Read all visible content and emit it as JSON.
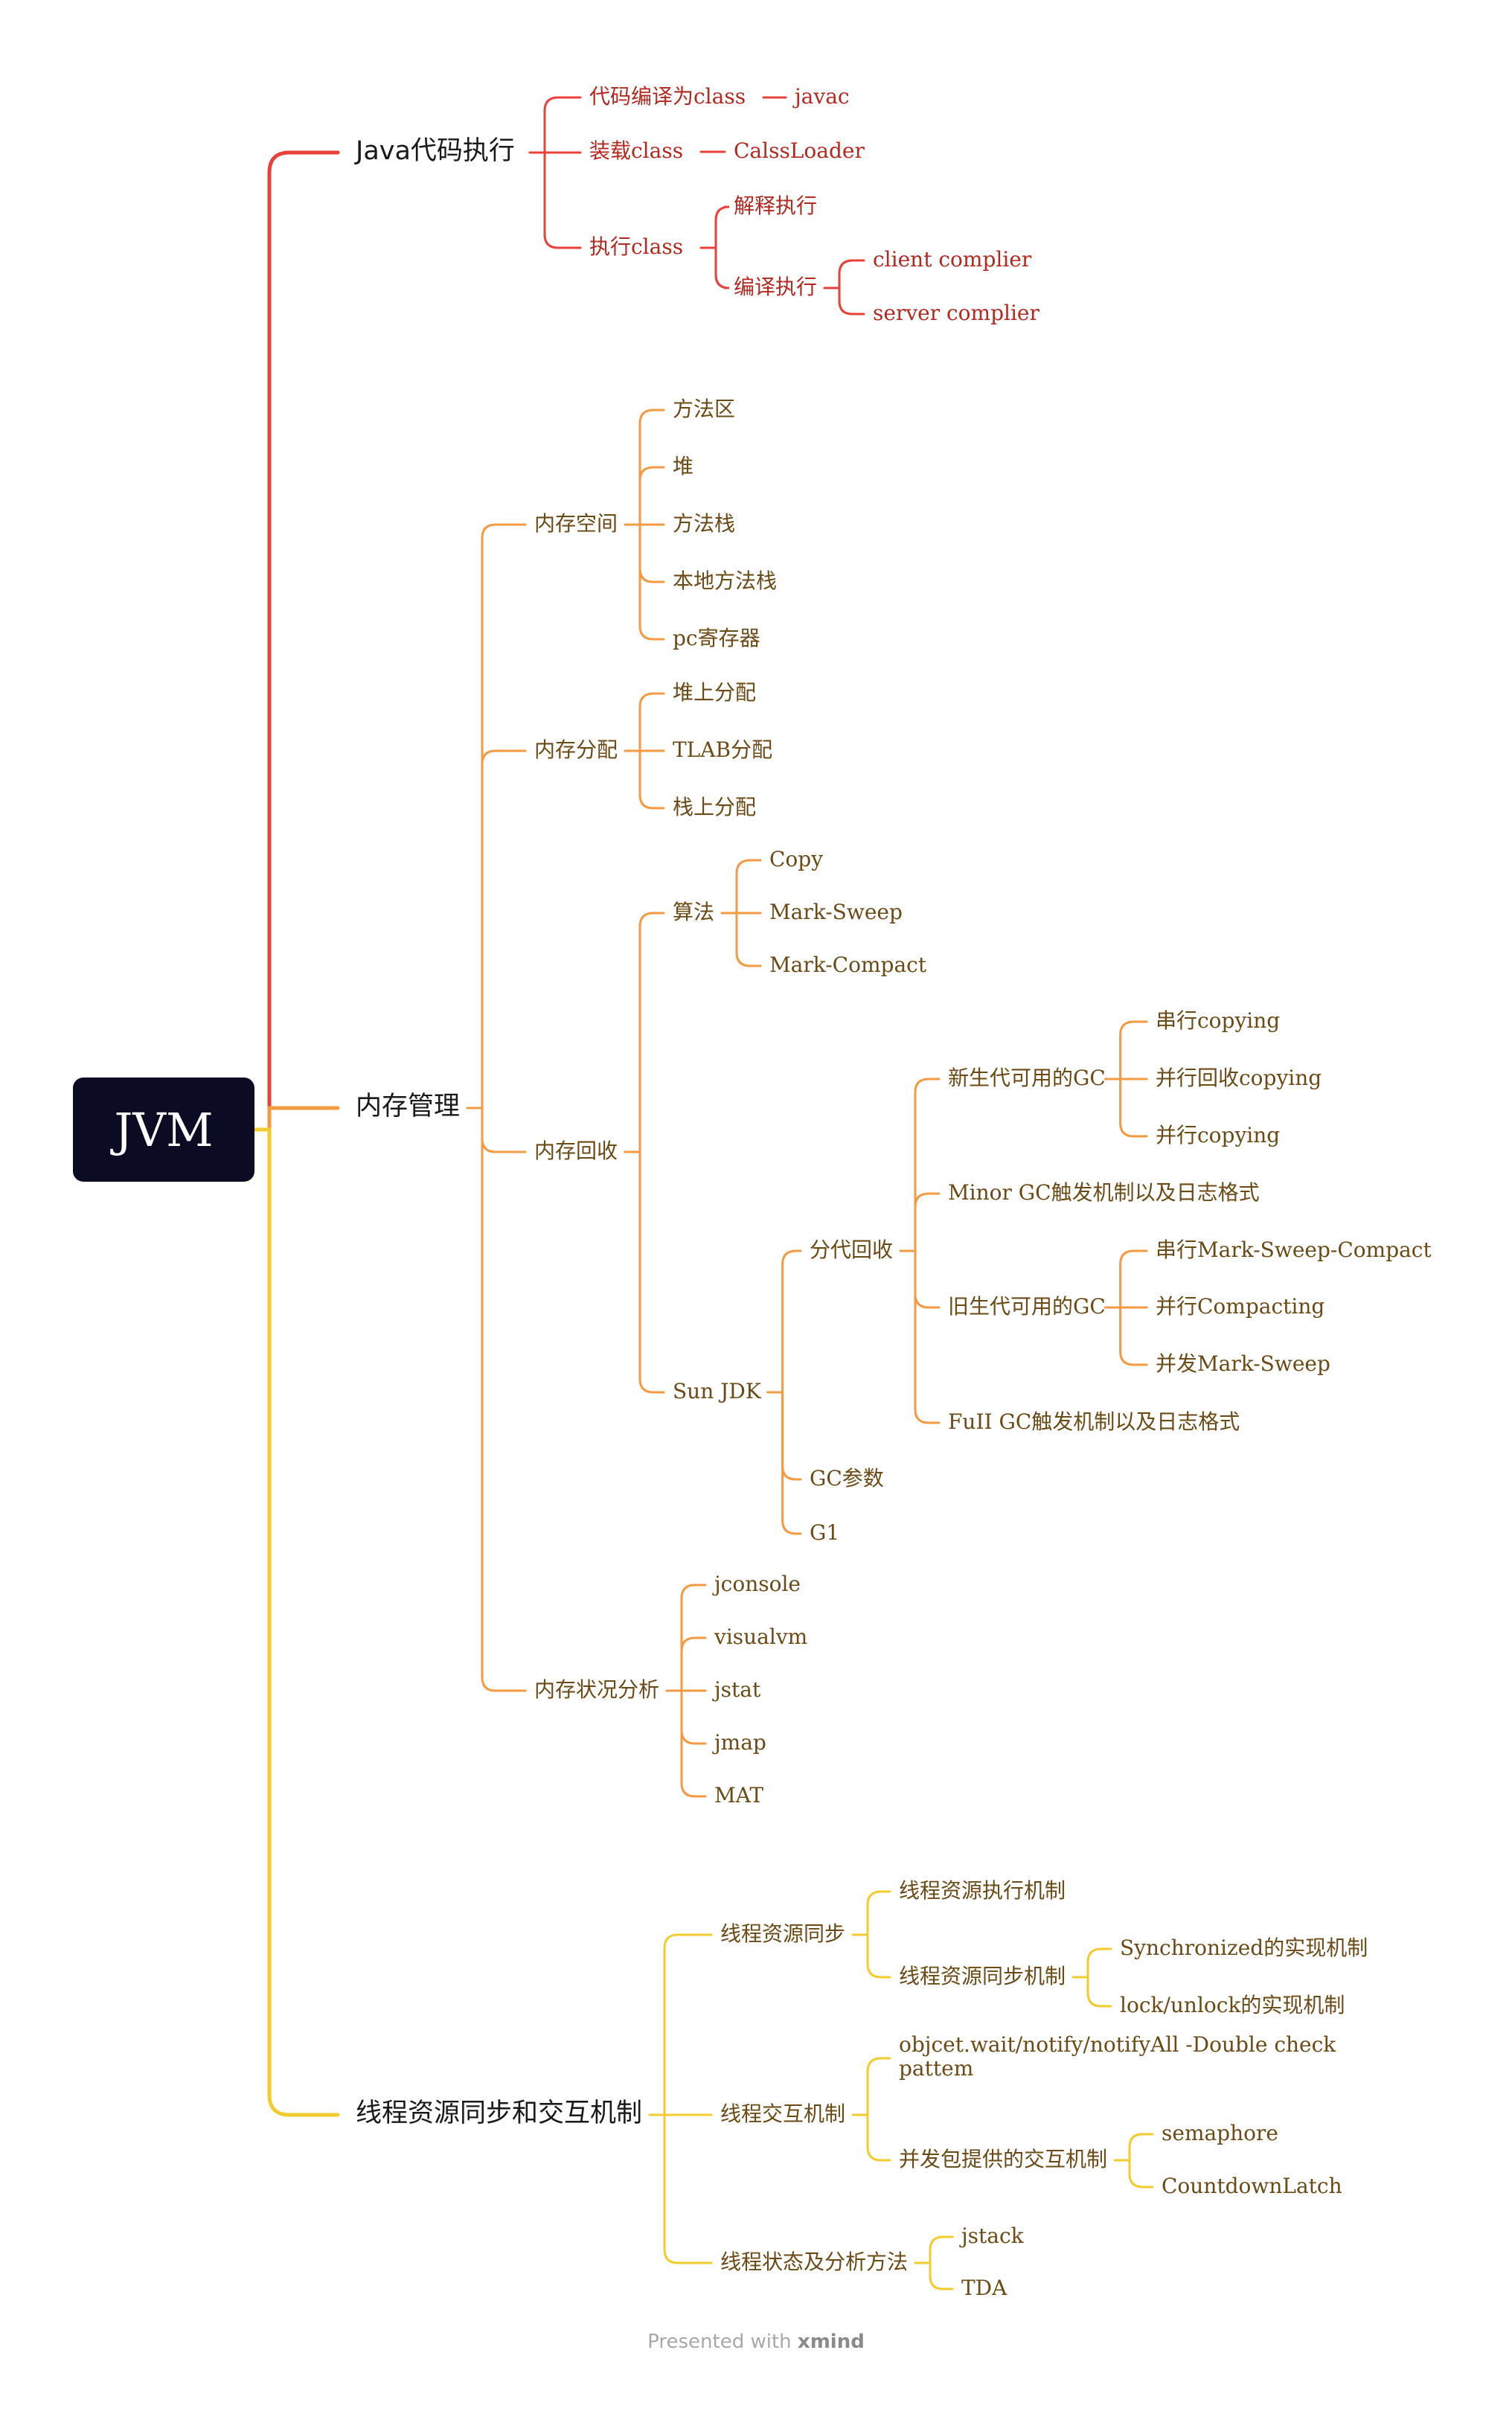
{
  "root": {
    "label": "JVM"
  },
  "branches": [
    {
      "id": "java",
      "label": "Java代码执行",
      "color": "#e8413a",
      "children": [
        {
          "id": "j1",
          "label": "代码编译为class",
          "children": [
            {
              "id": "j1a",
              "label": "javac"
            }
          ]
        },
        {
          "id": "j2",
          "label": "装载class",
          "children": [
            {
              "id": "j2a",
              "label": "CalssLoader"
            }
          ]
        },
        {
          "id": "j3",
          "label": "执行class",
          "children": [
            {
              "id": "j3a",
              "label": "解释执行"
            },
            {
              "id": "j3b",
              "label": "编译执行",
              "children": [
                {
                  "id": "j3b1",
                  "label": "client complier"
                },
                {
                  "id": "j3b2",
                  "label": "server complier"
                }
              ]
            }
          ]
        }
      ]
    },
    {
      "id": "mem",
      "label": "内存管理",
      "color": "#f39a42",
      "children": [
        {
          "id": "m1",
          "label": "内存空间",
          "children": [
            {
              "id": "m1a",
              "label": "方法区"
            },
            {
              "id": "m1b",
              "label": "堆"
            },
            {
              "id": "m1c",
              "label": "方法栈"
            },
            {
              "id": "m1d",
              "label": "本地方法栈"
            },
            {
              "id": "m1e",
              "label": "pc寄存器"
            }
          ]
        },
        {
          "id": "m2",
          "label": "内存分配",
          "children": [
            {
              "id": "m2a",
              "label": "堆上分配"
            },
            {
              "id": "m2b",
              "label": "TLAB分配"
            },
            {
              "id": "m2c",
              "label": "栈上分配"
            }
          ]
        },
        {
          "id": "m3",
          "label": "内存回收",
          "children": [
            {
              "id": "m3a",
              "label": "算法",
              "children": [
                {
                  "id": "m3a1",
                  "label": "Copy"
                },
                {
                  "id": "m3a2",
                  "label": "Mark-Sweep"
                },
                {
                  "id": "m3a3",
                  "label": "Mark-Compact"
                }
              ]
            },
            {
              "id": "m3b",
              "label": "Sun JDK",
              "children": [
                {
                  "id": "m3b1",
                  "label": "分代回收",
                  "children": [
                    {
                      "id": "g1",
                      "label": "新生代可用的GC",
                      "children": [
                        {
                          "id": "g1a",
                          "label": "串行copying"
                        },
                        {
                          "id": "g1b",
                          "label": "并行回收copying"
                        },
                        {
                          "id": "g1c",
                          "label": "并行copying"
                        }
                      ]
                    },
                    {
                      "id": "g2",
                      "label": "Minor GC触发机制以及日志格式"
                    },
                    {
                      "id": "g3",
                      "label": "旧生代可用的GC",
                      "children": [
                        {
                          "id": "g3a",
                          "label": "串行Mark-Sweep-Compact"
                        },
                        {
                          "id": "g3b",
                          "label": "并行Compacting"
                        },
                        {
                          "id": "g3c",
                          "label": "并发Mark-Sweep"
                        }
                      ]
                    },
                    {
                      "id": "g4",
                      "label": "FuII GC触发机制以及日志格式"
                    }
                  ]
                },
                {
                  "id": "m3b2",
                  "label": "GC参数"
                },
                {
                  "id": "m3b3",
                  "label": "G1"
                }
              ]
            }
          ]
        },
        {
          "id": "m4",
          "label": "内存状况分析",
          "children": [
            {
              "id": "m4a",
              "label": "jconsole"
            },
            {
              "id": "m4b",
              "label": "visualvm"
            },
            {
              "id": "m4c",
              "label": "jstat"
            },
            {
              "id": "m4d",
              "label": "jmap"
            },
            {
              "id": "m4e",
              "label": "MAT"
            }
          ]
        }
      ]
    },
    {
      "id": "thr",
      "label": "线程资源同步和交互机制",
      "color": "#f2cc2e",
      "children": [
        {
          "id": "t1",
          "label": "线程资源同步",
          "children": [
            {
              "id": "t1a",
              "label": "线程资源执行机制"
            },
            {
              "id": "t1b",
              "label": "线程资源同步机制",
              "children": [
                {
                  "id": "t1b1",
                  "label": "Synchronized的实现机制"
                },
                {
                  "id": "t1b2",
                  "label": "lock/unlock的实现机制"
                }
              ]
            }
          ]
        },
        {
          "id": "t2",
          "label": "线程交互机制",
          "children": [
            {
              "id": "t2a",
              "label": "objcet.wait/notify/notifyAll -Double check",
              "label2": "pattem"
            },
            {
              "id": "t2b",
              "label": "并发包提供的交互机制",
              "children": [
                {
                  "id": "t2b1",
                  "label": "semaphore"
                },
                {
                  "id": "t2b2",
                  "label": "CountdownLatch"
                }
              ]
            }
          ]
        },
        {
          "id": "t3",
          "label": "线程状态及分析方法",
          "children": [
            {
              "id": "t3a",
              "label": "jstack"
            },
            {
              "id": "t3b",
              "label": "TDA"
            }
          ]
        }
      ]
    }
  ],
  "footer": {
    "prefix": "Presented with",
    "brand": "xmind"
  }
}
